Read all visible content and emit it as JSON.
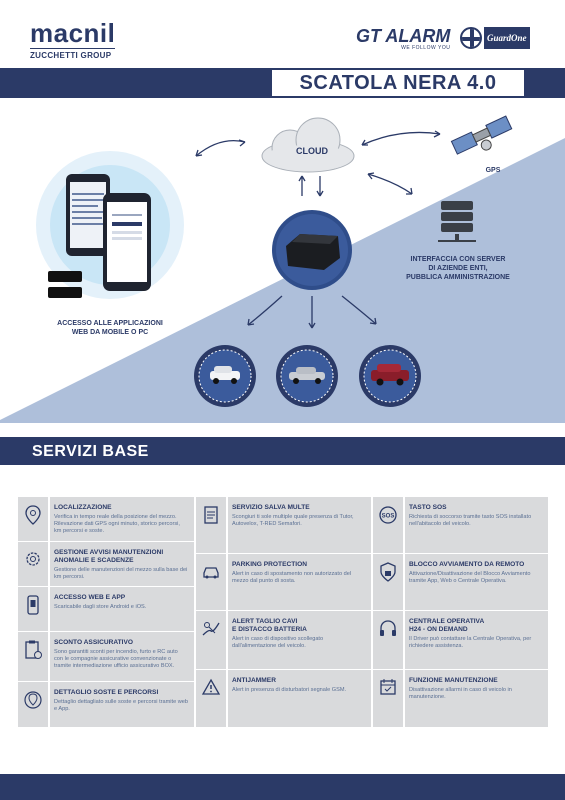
{
  "header": {
    "macnil_logo": "macnil",
    "macnil_sub": "ZUCCHETTI GROUP",
    "gt_logo": "GT ALARM",
    "gt_tagline": "WE FOLLOW YOU",
    "guard_logo": "GuardOne"
  },
  "title": "SCATOLA NERA 4.0",
  "diagram": {
    "cloud_label": "CLOUD",
    "gps_label": "GPS",
    "server_label": "INTERFACCIA CON SERVER\nDI AZIENDE ENTI,\nPUBBLICA AMMINISTRAZIONE",
    "apps_label": "ACCESSO ALLE APPLICAZIONI\nWEB DA MOBILE O PC"
  },
  "section_title": "SERVIZI BASE",
  "services": [
    {
      "icon": "location-pin-icon",
      "title": "LOCALIZZAZIONE",
      "desc": "Verifica in tempo reale della posizione del mezzo. Rilevazione dati GPS ogni minuto, storico percorsi, km percorsi e soste."
    },
    {
      "icon": "document-icon",
      "title": "SERVIZIO SALVA MULTE",
      "desc": "Scongiuri ti sole multiple quale presenza di Tutor, Autovelox, T-RED Semafori."
    },
    {
      "icon": "sos-icon",
      "title": "TASTO SOS",
      "desc": "Richiesta di soccorso tramite tasto SOS installato nell'abitacolo del veicolo."
    },
    {
      "icon": "gear-icon",
      "title": "GESTIONE AVVISI MANUTENZIONI\nANOMALIE E SCADENZE",
      "desc": "Gestione delle manutenzioni del mezzo sulla base dei km percorsi."
    },
    {
      "icon": "parking-car-icon",
      "title": "PARKING PROTECTION",
      "desc": "Alert in caso di spostamento non autorizzato del mezzo dal punto di sosta."
    },
    {
      "icon": "engine-lock-icon",
      "title": "BLOCCO AVVIAMENTO DA REMOTO",
      "desc": "Attivazione/Disattivazione del Blocco Avviamento tramite App, Web o Centrale Operativa."
    },
    {
      "icon": "phone-icon",
      "title": "ACCESSO WEB E APP",
      "desc": "Scaricabile dagli store Android e iOS."
    },
    {
      "icon": "cut-cable-icon",
      "title": "ALERT TAGLIO CAVI\nE DISTACCO BATTERIA",
      "desc": "Alert in caso di dispositivo scollegato dall'alimentazione del veicolo."
    },
    {
      "icon": "headset-icon",
      "title": "CENTRALE OPERATIVA\nH24 - ON DEMAND",
      "desc": "Il Driver può contattare la Centrale Operativa, per richiedere assistenza."
    },
    {
      "icon": "clipboard-icon",
      "title": "SCONTO ASSICURATIVO",
      "desc": "Sono garantiti sconti per incendio, furto e RC auto con le compagnie assicurative convenzionate o tramite intermediazione ufficio assicurativo BOX."
    },
    {
      "icon": "warning-icon",
      "title": "ANTIJAMMER",
      "desc": "Alert in presenza di disturbatori segnale GSM."
    },
    {
      "icon": "calendar-icon",
      "title": "FUNZIONE MANUTENZIONE",
      "desc": "Disattivazione allarmi in caso di veicolo in manutenzione."
    },
    {
      "icon": "route-pin-icon",
      "title": "DETTAGLIO SOSTE E PERCORSI",
      "desc": "Dettaglio dettagliato sulle soste e percorsi tramite web e App."
    }
  ],
  "colors": {
    "navy": "#2b3a67",
    "light_blue": "#aebfda",
    "card_grey": "#d9dadc"
  }
}
